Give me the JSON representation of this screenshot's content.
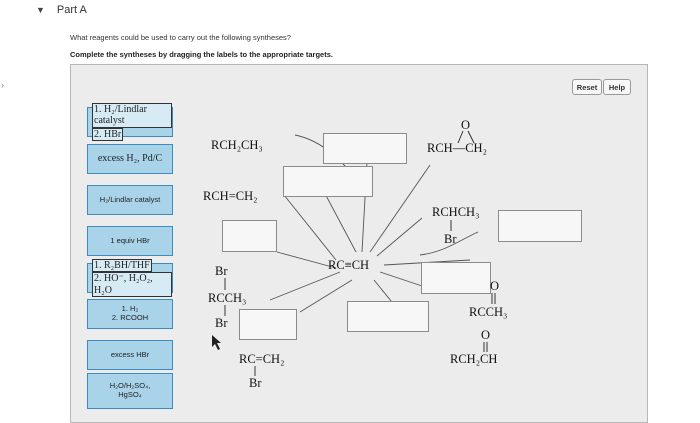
{
  "header": {
    "caret": "▼",
    "part_title": "Part A"
  },
  "question": {
    "prompt": "What reagents could be used to carry out the following syntheses?",
    "instruction": "Complete the syntheses by dragging the labels to the appropriate targets."
  },
  "toolbar": {
    "reset_label": "Reset",
    "help_label": "Help"
  },
  "labels": [
    {
      "id": "lindlar-hbr",
      "lines": [
        "1. H₂/Lindlar catalyst",
        "2. HBr"
      ]
    },
    {
      "id": "excess-h2-pd",
      "lines": [
        "excess H₂, Pd/C"
      ]
    },
    {
      "id": "h2-lindlar",
      "lines": [
        "H₂/Lindlar catalyst"
      ]
    },
    {
      "id": "one-equiv-hbr",
      "lines": [
        "1 equiv HBr"
      ]
    },
    {
      "id": "hydroboration",
      "lines": [
        "1. R₂BH/THF",
        "2. HO⁻, H₂O₂, H₂O"
      ]
    },
    {
      "id": "h2-peracid",
      "lines": [
        "1. H₂",
        "2. RCOOH"
      ]
    },
    {
      "id": "excess-hbr",
      "lines": [
        "excess HBr"
      ]
    },
    {
      "id": "hydration",
      "lines": [
        "H₂O/H₂SO₄,",
        "HgSO₄"
      ]
    }
  ],
  "structures": {
    "center": "RC≡CH",
    "ethane": "RCH₂CH₃",
    "alkene": "RCH=CH₂",
    "geminal": [
      "Br",
      "RCCH₃",
      "Br"
    ],
    "vinyl_bromide": [
      "RC=CH₂",
      "Br"
    ],
    "epoxide": [
      "O",
      "RCH—CH₂"
    ],
    "bromide": [
      "RCHCH₃",
      "Br"
    ],
    "ketone": [
      "O",
      "RCCH₃"
    ],
    "aldehyde": [
      "O",
      "RCH₂CH"
    ]
  },
  "colors": {
    "label_fill": "#a8d3e9",
    "label_border": "#3e8bc0",
    "panel_bg": "#ececec",
    "target_fill": "#f7f7f7"
  },
  "icons": [
    "caret-down-icon",
    "chevron-left-icon",
    "cursor-arrow-icon"
  ]
}
